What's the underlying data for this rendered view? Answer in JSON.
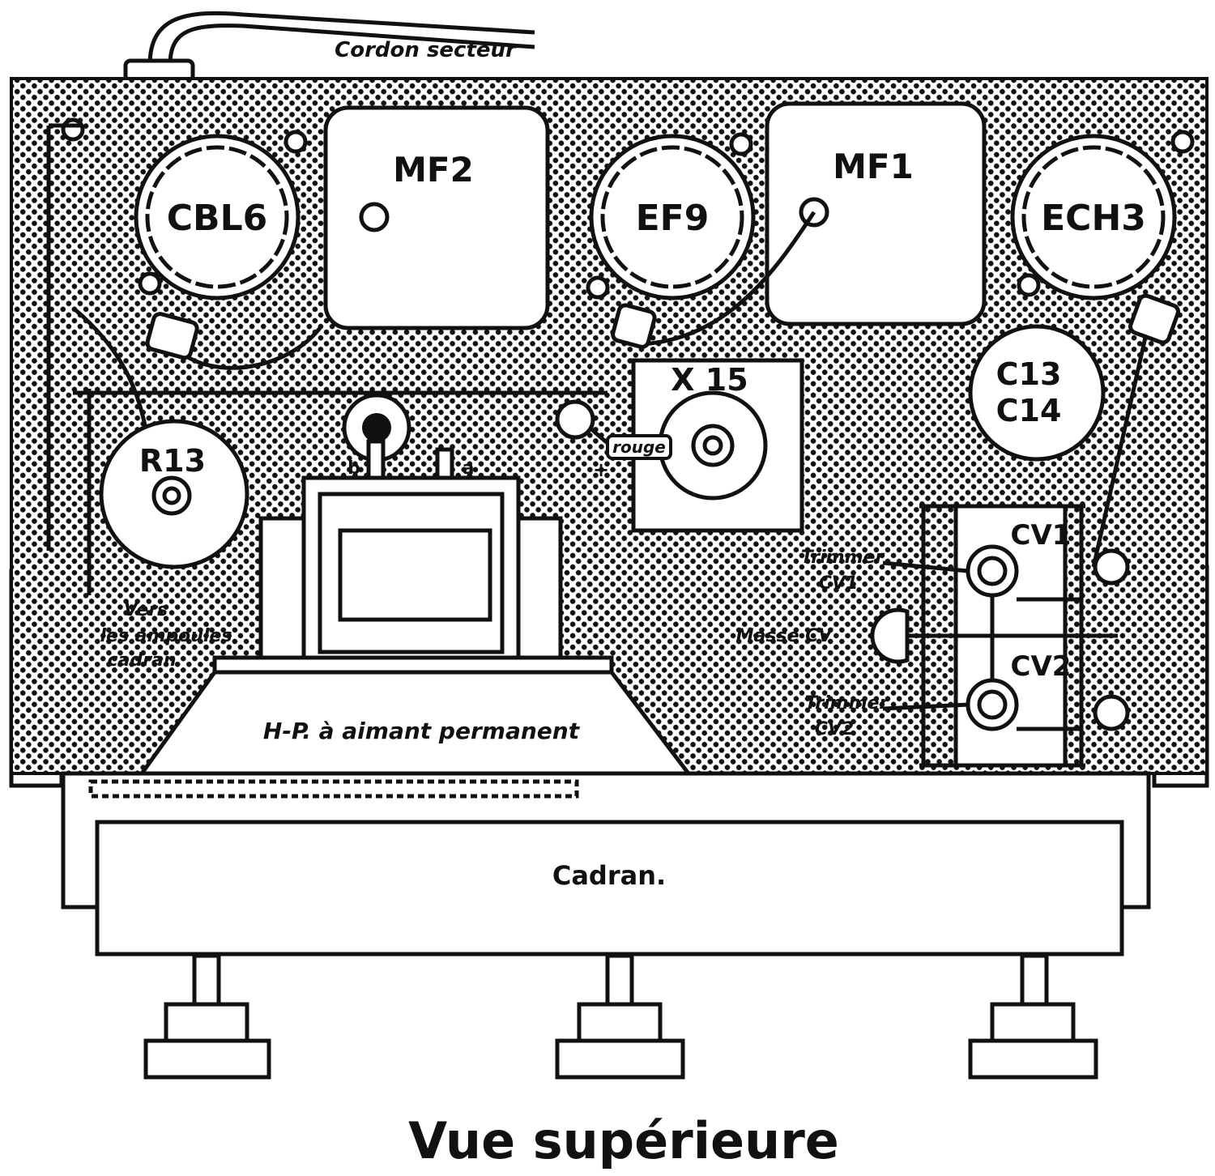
{
  "title": "Vue supérieure",
  "labels": {
    "cord": "Cordon secteur",
    "tube_cbl6": "CBL6",
    "tube_ef9": "EF9",
    "tube_ech3": "ECH3",
    "mf2": "MF2",
    "mf1": "MF1",
    "x15": "X 15",
    "rouge": "rouge",
    "plus": "+",
    "c13": "C13",
    "c14": "C14",
    "r13": "R13",
    "term_b": "b",
    "term_a": "a",
    "speaker": "H-P. à aimant permanent",
    "dial": "Cadran.",
    "cv1": "CV1",
    "cv2": "CV2",
    "trimmer_cv1_line1": "Trimmer",
    "trimmer_cv1_line2": "CV1",
    "masse_cv": "Masse CV",
    "trimmer_cv2_line1": "Trimmer",
    "trimmer_cv2_line2": "CV2",
    "lamps_line1": "Vers",
    "lamps_line2": "les ampoules",
    "lamps_line3": "cadran"
  },
  "colors": {
    "ink": "#111111",
    "paper": "#ffffff"
  }
}
